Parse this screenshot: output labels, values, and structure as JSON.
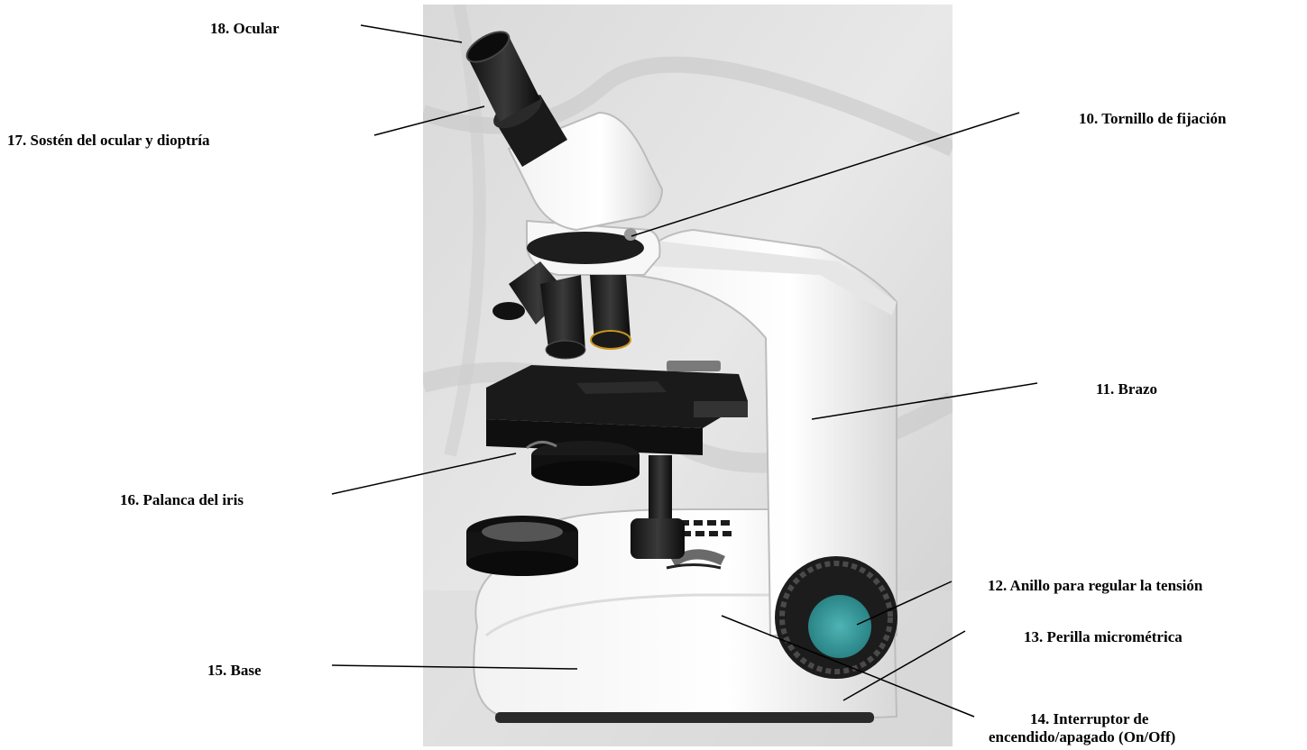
{
  "labels": {
    "ocular": "18. Ocular",
    "soston_ocular": "17. Sostén del ocular y dioptría",
    "tornillo": "10. Tornillo de fijación",
    "brazo": "11. Brazo",
    "palanca_iris": "16. Palanca del iris",
    "anillo": "12. Anillo para regular la tensión",
    "perilla": "13. Perilla micrométrica",
    "base": "15. Base",
    "interruptor_line1": "14. Interruptor de",
    "interruptor_line2": "encendido/apagado (On/Off)"
  }
}
